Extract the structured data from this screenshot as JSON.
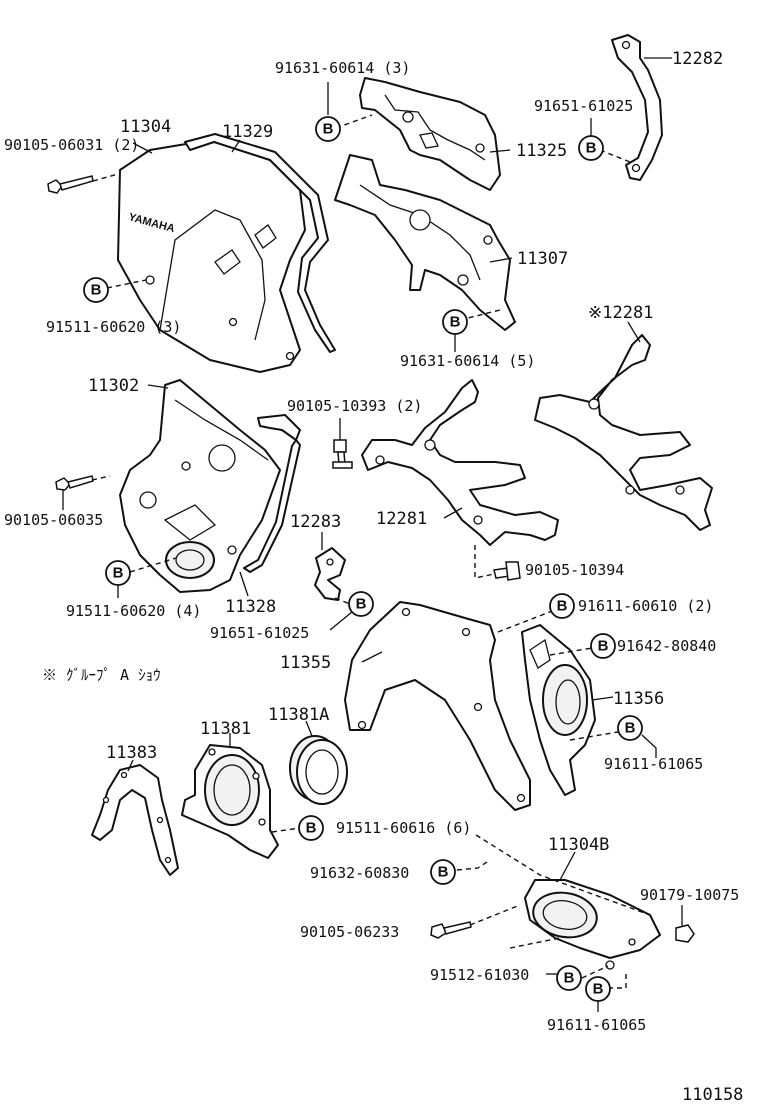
{
  "labels": {
    "p11304": "11304",
    "p11329": "11329",
    "p90105_06031": "90105-06031 (2)",
    "p91511_60620_3": "91511-60620 (3)",
    "p91631_60614_3": "91631-60614 (3)",
    "p11325": "11325",
    "p12282": "12282",
    "p91651_61025_top": "91651-61025",
    "p11307": "11307",
    "p91631_60614_5": "91631-60614 (5)",
    "p12281_alt": "※12281",
    "p11302": "11302",
    "p90105_10393": "90105-10393 (2)",
    "p90105_06035": "90105-06035",
    "p12283": "12283",
    "p12281": "12281",
    "p90105_10394": "90105-10394",
    "p91511_60620_4": "91511-60620 (4)",
    "p11328": "11328",
    "p91651_61025": "91651-61025",
    "p91611_60610": "91611-60610 (2)",
    "p91642_80840": "91642-80840",
    "p11355": "11355",
    "group_note": "※ ｸﾞﾙｰﾌﾟ A ｼｮｳ",
    "p11356": "11356",
    "p11381": "11381",
    "p11381A": "11381A",
    "p11383": "11383",
    "p91611_61065_mid": "91611-61065",
    "p91511_60616": "91511-60616 (6)",
    "p11304B": "11304B",
    "p91632_60830": "91632-60830",
    "p90179_10075": "90179-10075",
    "p90105_06233": "90105-06233",
    "p91512_61030": "91512-61030",
    "p91611_61065_bot": "91611-61065",
    "figure_id": "110158",
    "cover_logo": "YAMAHA"
  },
  "marker_letter": "B"
}
